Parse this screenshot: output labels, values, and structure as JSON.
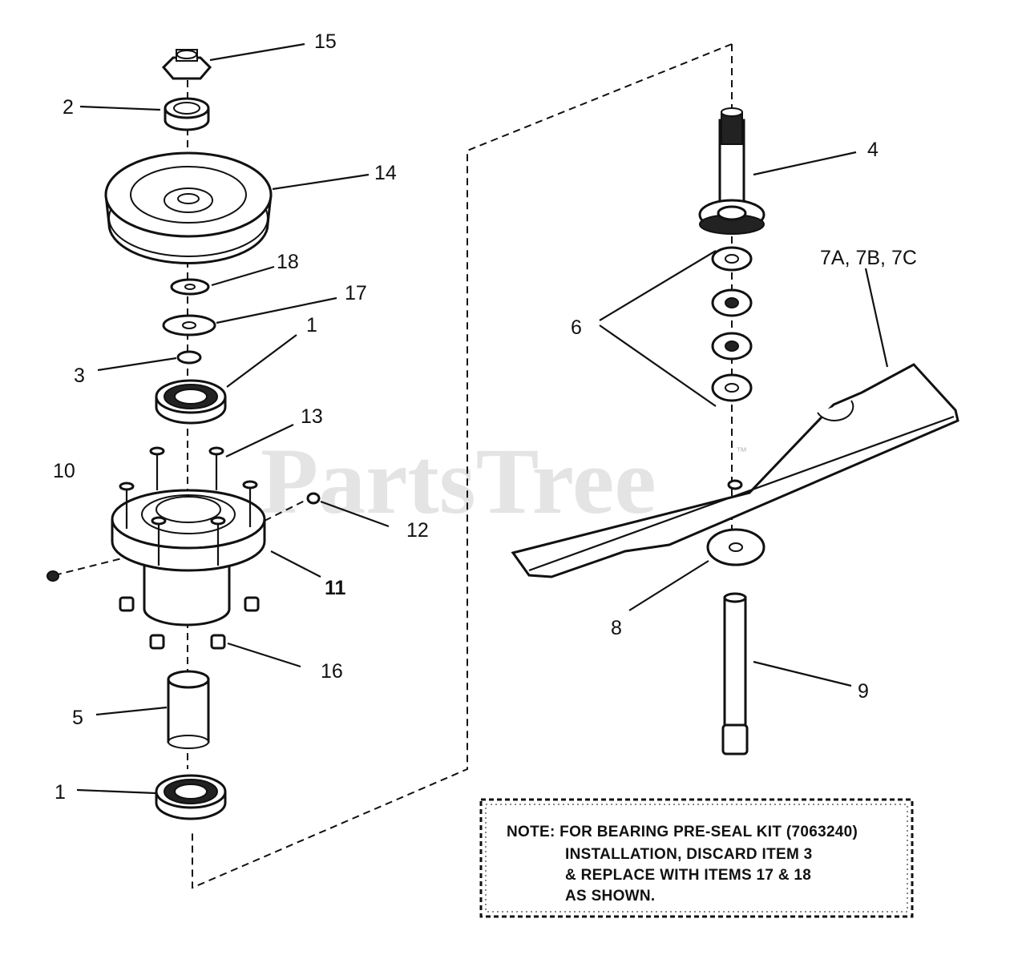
{
  "watermark": "PartsTree",
  "watermark_tm": "™",
  "callouts": {
    "c15": "15",
    "c2": "2",
    "c14": "14",
    "c18": "18",
    "c17": "17",
    "c1_top": "1",
    "c3": "3",
    "c13": "13",
    "c10": "10",
    "c12": "12",
    "c11": "11",
    "c16": "16",
    "c5": "5",
    "c1_bottom": "1",
    "c4": "4",
    "c7": "7A, 7B, 7C",
    "c6": "6",
    "c8": "8",
    "c9": "9"
  },
  "note": {
    "line1": "NOTE: FOR BEARING PRE-SEAL KIT (7063240)",
    "line2": "INSTALLATION, DISCARD ITEM 3",
    "line3": "& REPLACE WITH ITEMS 17 & 18",
    "line4": "AS SHOWN."
  }
}
